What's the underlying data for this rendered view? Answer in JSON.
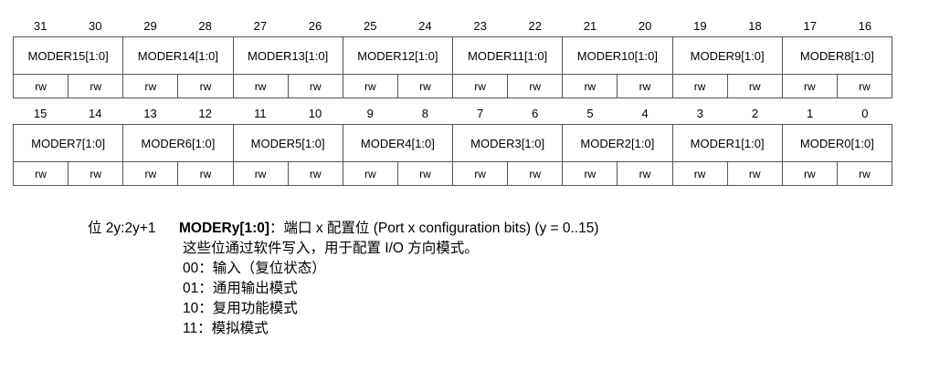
{
  "register": {
    "upper": {
      "bits": [
        "31",
        "30",
        "29",
        "28",
        "27",
        "26",
        "25",
        "24",
        "23",
        "22",
        "21",
        "20",
        "19",
        "18",
        "17",
        "16"
      ],
      "fields": [
        "MODER15[1:0]",
        "MODER14[1:0]",
        "MODER13[1:0]",
        "MODER12[1:0]",
        "MODER11[1:0]",
        "MODER10[1:0]",
        "MODER9[1:0]",
        "MODER8[1:0]"
      ],
      "access": [
        "rw",
        "rw",
        "rw",
        "rw",
        "rw",
        "rw",
        "rw",
        "rw",
        "rw",
        "rw",
        "rw",
        "rw",
        "rw",
        "rw",
        "rw",
        "rw"
      ]
    },
    "lower": {
      "bits": [
        "15",
        "14",
        "13",
        "12",
        "11",
        "10",
        "9",
        "8",
        "7",
        "6",
        "5",
        "4",
        "3",
        "2",
        "1",
        "0"
      ],
      "fields": [
        "MODER7[1:0]",
        "MODER6[1:0]",
        "MODER5[1:0]",
        "MODER4[1:0]",
        "MODER3[1:0]",
        "MODER2[1:0]",
        "MODER1[1:0]",
        "MODER0[1:0]"
      ],
      "access": [
        "rw",
        "rw",
        "rw",
        "rw",
        "rw",
        "rw",
        "rw",
        "rw",
        "rw",
        "rw",
        "rw",
        "rw",
        "rw",
        "rw",
        "rw",
        "rw"
      ]
    }
  },
  "description": {
    "bit_position": "位 2y:2y+1",
    "field_name": "MODERy[1:0]",
    "field_title": "：端口 x 配置位 (Port x configuration bits) (y = 0..15)",
    "summary": "这些位通过软件写入，用于配置 I/O 方向模式。",
    "values": [
      "00：输入（复位状态）",
      "01：通用输出模式",
      "10：复用功能模式",
      "11：模拟模式"
    ]
  }
}
